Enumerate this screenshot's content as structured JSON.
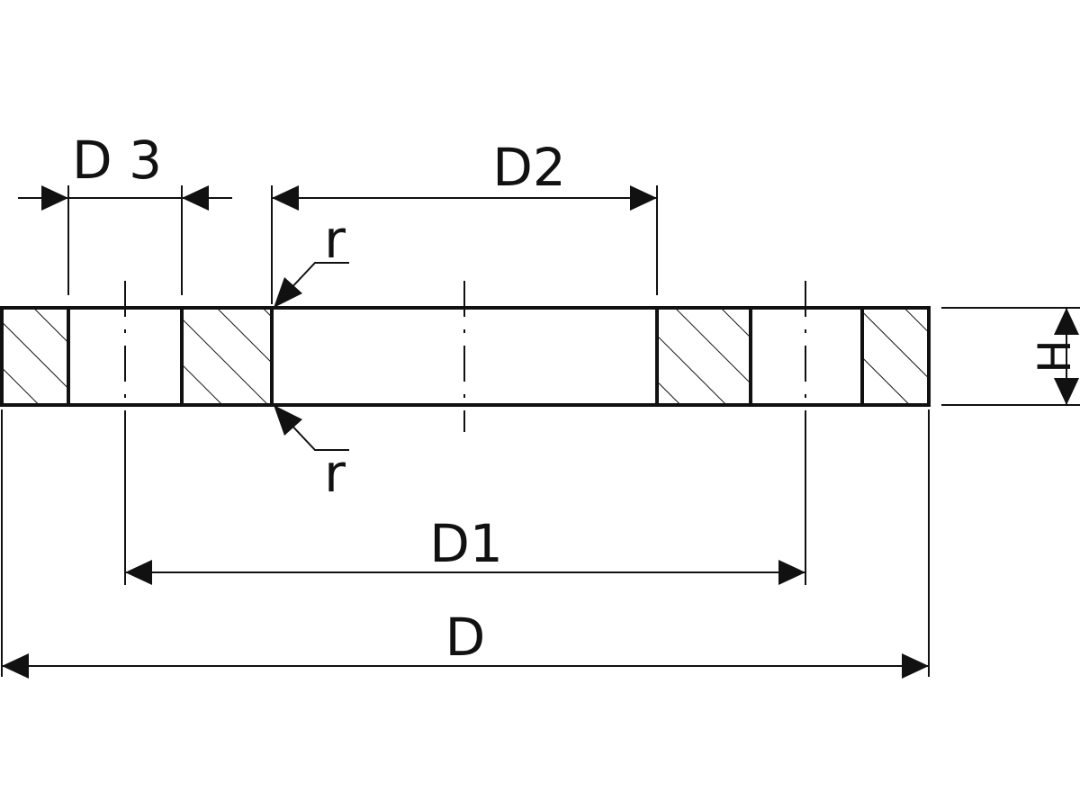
{
  "labels": {
    "d3": "D 3",
    "d2": "D2",
    "d1": "D1",
    "d": "D",
    "h": "H",
    "r_top": "r",
    "r_bottom": "r"
  },
  "colors": {
    "line": "#111111",
    "background": "#ffffff"
  }
}
